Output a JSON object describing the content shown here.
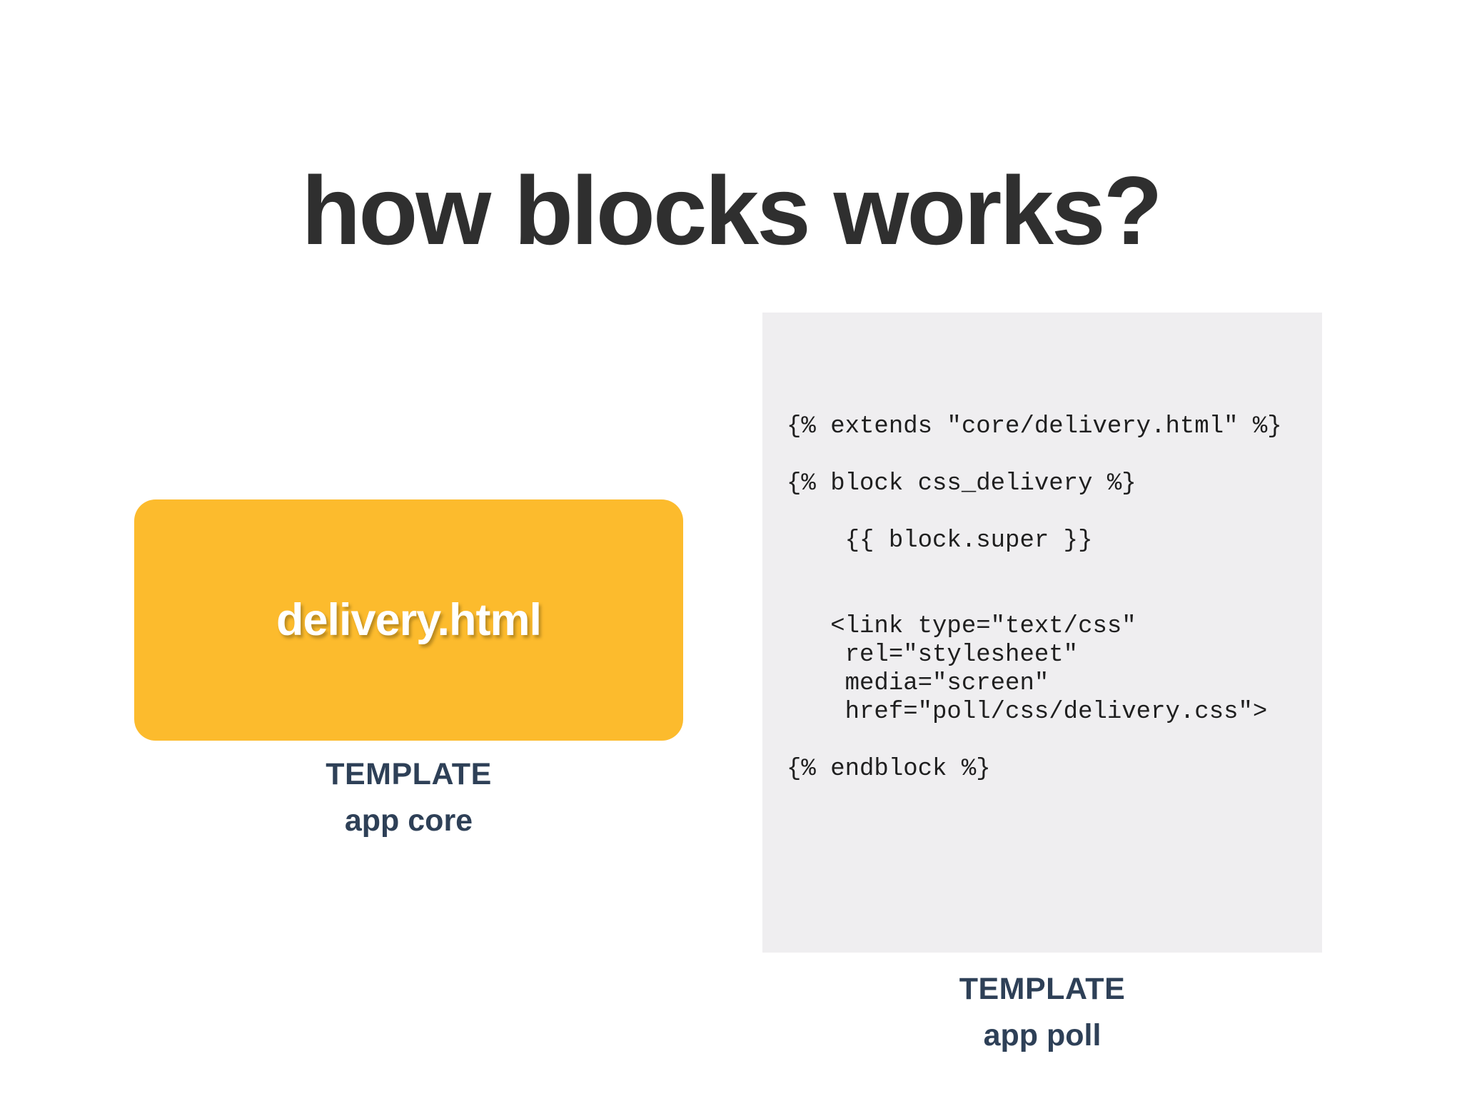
{
  "slide": {
    "title": "how blocks works?",
    "background_color": "#ffffff",
    "title_color": "#2f2f2f"
  },
  "left_panel": {
    "card": {
      "label": "delivery.html",
      "fill_color": "#fcbb2d",
      "text_color": "#ffffff"
    },
    "caption": {
      "kind": "TEMPLATE",
      "app": "app core",
      "color": "#2e4057"
    }
  },
  "right_panel": {
    "code_panel": {
      "background_color": "#efeef0",
      "text_color": "#1f1f1f",
      "language": "django-template",
      "code": "{% extends \"core/delivery.html\" %}\n\n{% block css_delivery %}\n\n    {{ block.super }}\n\n\n   <link type=\"text/css\"\n    rel=\"stylesheet\"\n    media=\"screen\"\n    href=\"poll/css/delivery.css\">\n\n{% endblock %}",
      "lines": [
        "{% extends \"core/delivery.html\" %}",
        "",
        "{% block css_delivery %}",
        "",
        "    {{ block.super }}",
        "",
        "",
        "   <link type=\"text/css\"",
        "    rel=\"stylesheet\"",
        "    media=\"screen\"",
        "    href=\"poll/css/delivery.css\">",
        "",
        "{% endblock %}"
      ]
    },
    "caption": {
      "kind": "TEMPLATE",
      "app": "app poll",
      "color": "#2e4057"
    }
  }
}
